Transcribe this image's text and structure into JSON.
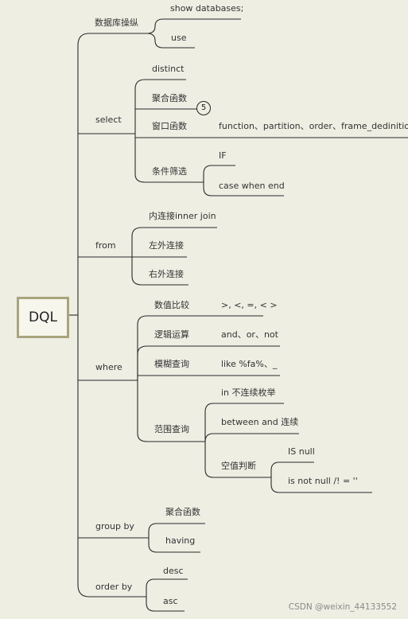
{
  "root": "DQL",
  "branches": {
    "b1": {
      "label": "数据库操纵",
      "children": [
        "show databases;",
        "use"
      ]
    },
    "select": {
      "label": "select",
      "distinct": "distinct",
      "agg": "聚合函数",
      "agg_badge": "5",
      "window": "窗口函数",
      "window_detail": "function、partition、order、frame_dedinition",
      "filter": "条件筛选",
      "filter_children": [
        "IF",
        "case when end"
      ]
    },
    "from": {
      "label": "from",
      "children": [
        "内连接inner join",
        "左外连接",
        "右外连接"
      ]
    },
    "where": {
      "label": "where",
      "compare": "数值比较",
      "compare_detail": ">, <, =, < >",
      "logic": "逻辑运算",
      "logic_detail": "and、or、not",
      "fuzzy": "模糊查询",
      "fuzzy_detail": "like  %fa%、_",
      "range": "范围查询",
      "range_children": [
        "in 不连续枚举",
        "between and 连续"
      ],
      "null_check": "空值判断",
      "null_children": [
        "IS null",
        "is not null /!  =   ''"
      ]
    },
    "groupby": {
      "label": "group by",
      "children": [
        "聚合函数",
        "having"
      ]
    },
    "orderby": {
      "label": "order by",
      "children": [
        "desc",
        "asc"
      ]
    }
  },
  "watermark": "CSDN @weixin_44133552",
  "colors": {
    "background": "#eeeee3",
    "line": "#2b2b2b",
    "root_border": "#a8a57e"
  }
}
